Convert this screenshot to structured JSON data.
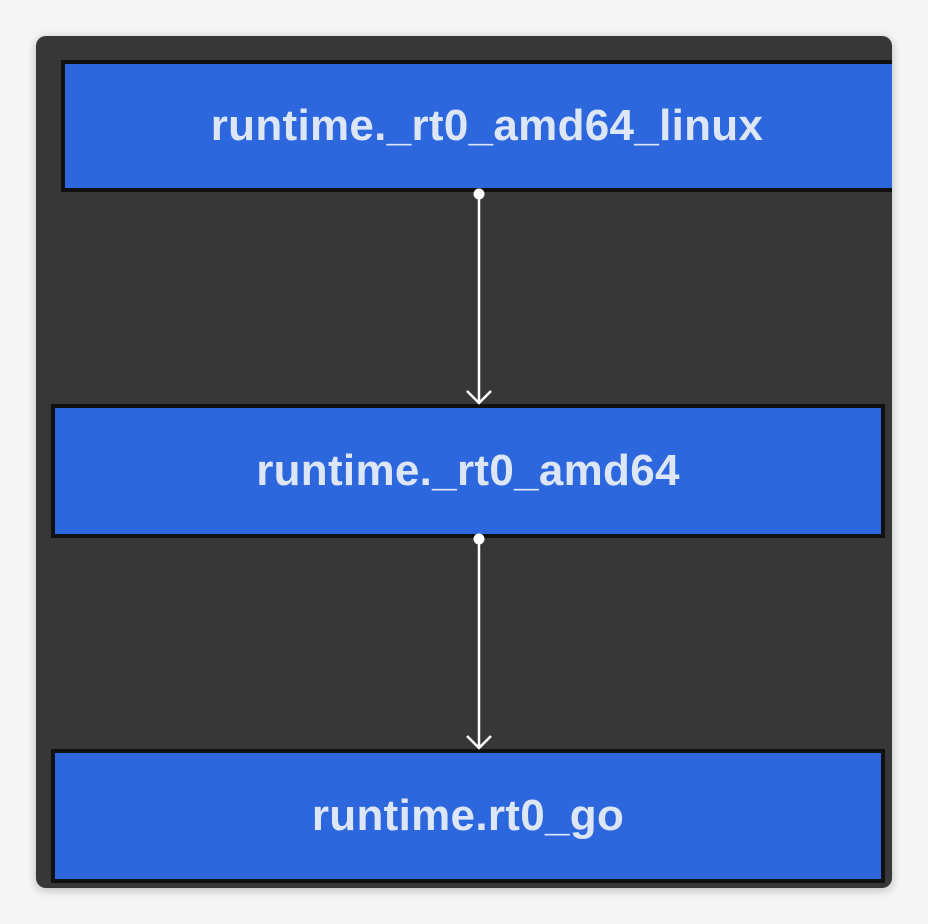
{
  "diagram": {
    "nodes": [
      {
        "label": "runtime._rt0_amd64_linux"
      },
      {
        "label": "runtime._rt0_amd64"
      },
      {
        "label": "runtime.rt0_go"
      }
    ],
    "edges": [
      {
        "from": "runtime._rt0_amd64_linux",
        "to": "runtime._rt0_amd64"
      },
      {
        "from": "runtime._rt0_amd64",
        "to": "runtime.rt0_go"
      }
    ],
    "colors": {
      "background": "#373737",
      "node_fill": "#2d67dd",
      "node_border": "#111111",
      "node_text": "#dde6f7",
      "connector": "#ffffff"
    }
  }
}
